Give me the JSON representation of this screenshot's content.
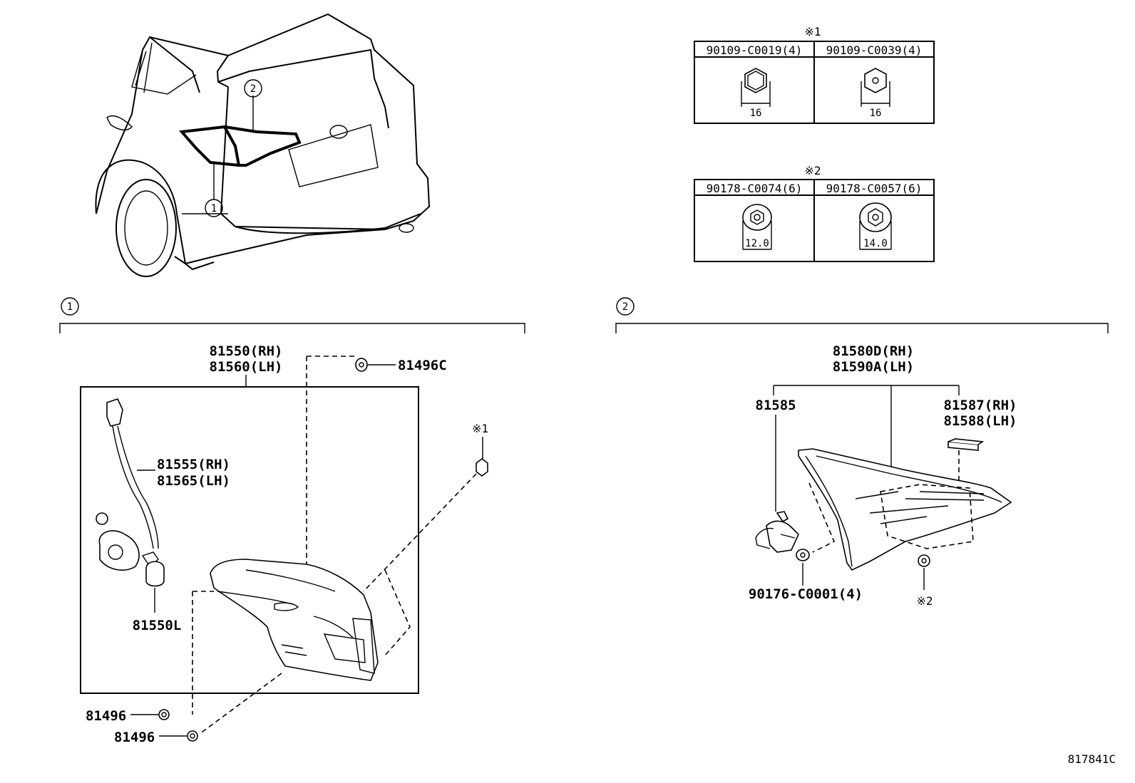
{
  "callouts": {
    "one": "1",
    "two": "2"
  },
  "legend1": {
    "marker": "※1",
    "cells": [
      {
        "part": "90109-C0019(4)",
        "dim": "16"
      },
      {
        "part": "90109-C0039(4)",
        "dim": "16"
      }
    ]
  },
  "legend2": {
    "marker": "※2",
    "cells": [
      {
        "part": "90178-C0074(6)",
        "dim": "12.0"
      },
      {
        "part": "90178-C0057(6)",
        "dim": "14.0"
      }
    ]
  },
  "section1": {
    "assembly_rh": "81550(RH)",
    "assembly_lh": "81560(LH)",
    "clip_top": "81496C",
    "socket_rh": "81555(RH)",
    "socket_lh": "81565(LH)",
    "bulb": "81550L",
    "marker": "※1",
    "clip_a": "81496",
    "clip_b": "81496"
  },
  "section2": {
    "assembly_rh": "81580D(RH)",
    "assembly_lh": "81590A(LH)",
    "socket": "81585",
    "reflector_rh": "81587(RH)",
    "reflector_lh": "81588(LH)",
    "nut": "90176-C0001(4)",
    "marker": "※2"
  },
  "diagram_code": "817841C"
}
